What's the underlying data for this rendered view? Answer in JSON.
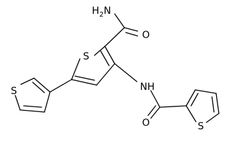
{
  "molecule": {
    "atoms": {
      "amide_nh2": "H2N",
      "amide_o": "O",
      "thiophene_core_s": "S",
      "thiophene_3yl_s": "S",
      "amine_nh": "NH",
      "amide2_o": "O",
      "thiophene_2yl_s": "S"
    },
    "colors": {
      "bond": "#000000",
      "label": "#000000",
      "background": "#ffffff"
    }
  }
}
